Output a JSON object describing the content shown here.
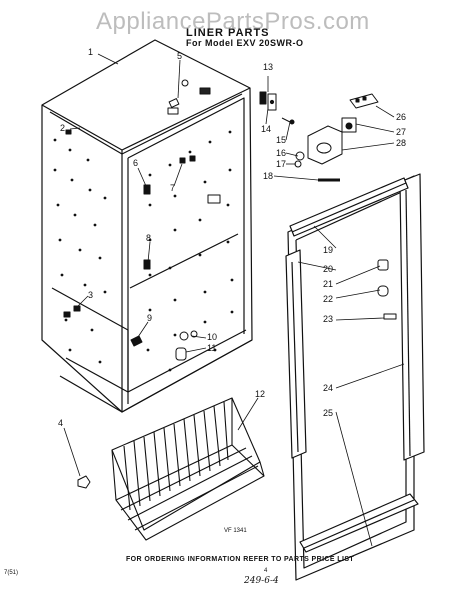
{
  "watermark": "AppliancePartsPros.com",
  "title": "LINER PARTS",
  "subtitle": "For Model EXV 20SWR-O",
  "figure_code": "VF 1341",
  "footer": "FOR ORDERING INFORMATION REFER TO PARTS PRICE LIST",
  "page_number": "4",
  "handwritten_note": "249-6-4",
  "corner_code": "7(51)",
  "callouts": [
    "1",
    "2",
    "3",
    "4",
    "5",
    "6",
    "7",
    "8",
    "9",
    "10",
    "11",
    "12",
    "13",
    "14",
    "15",
    "16",
    "17",
    "18",
    "19",
    "20",
    "21",
    "22",
    "23",
    "24",
    "25",
    "26",
    "27",
    "28"
  ]
}
